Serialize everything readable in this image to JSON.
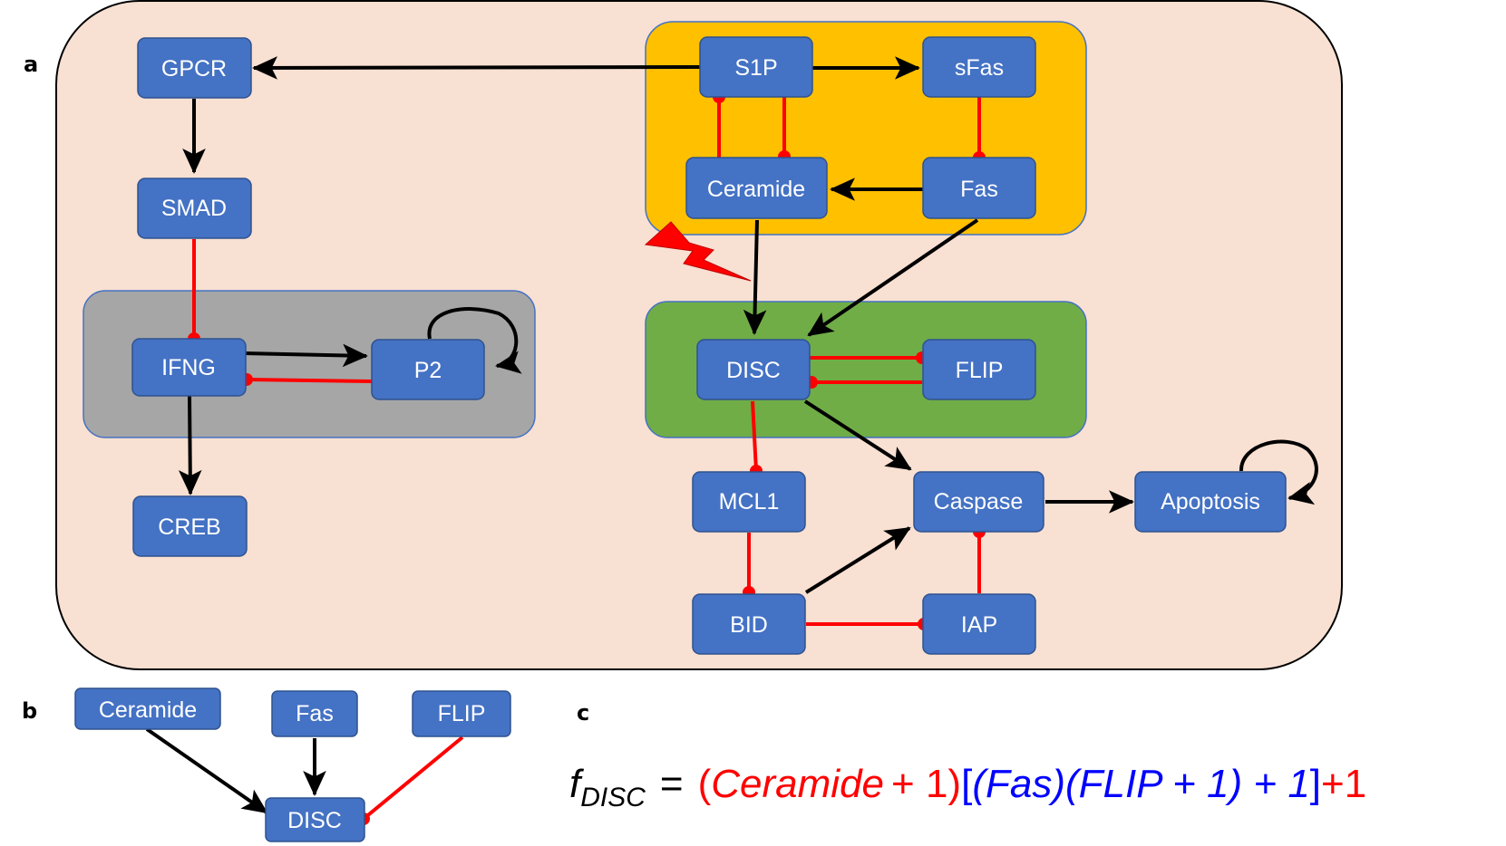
{
  "panel_labels": {
    "a": "a",
    "b": "b",
    "c": "c"
  },
  "colors": {
    "node_fill": "#4472C4",
    "node_text": "#FFFFFF",
    "background_region": "#F8E0D2",
    "orange_module": "#FFC000",
    "gray_module": "#A6A6A6",
    "green_module": "#70AD47",
    "activation": "#000000",
    "inhibition": "#FF0000",
    "formula_red": "#FF0000",
    "formula_blue": "#0000FF"
  },
  "network_a": {
    "nodes": {
      "gpcr": "GPCR",
      "smad": "SMAD",
      "ifng": "IFNG",
      "p2": "P2",
      "creb": "CREB",
      "s1p": "S1P",
      "sfas": "sFas",
      "ceramide": "Ceramide",
      "fas": "Fas",
      "disc": "DISC",
      "flip": "FLIP",
      "mcl1": "MCL1",
      "caspase": "Caspase",
      "apoptosis": "Apoptosis",
      "bid": "BID",
      "iap": "IAP"
    },
    "edges": [
      {
        "from": "S1P",
        "to": "GPCR",
        "type": "activation"
      },
      {
        "from": "S1P",
        "to": "sFas",
        "type": "activation"
      },
      {
        "from": "GPCR",
        "to": "SMAD",
        "type": "activation"
      },
      {
        "from": "SMAD",
        "to": "IFNG",
        "type": "inhibition"
      },
      {
        "from": "IFNG",
        "to": "P2",
        "type": "activation"
      },
      {
        "from": "P2",
        "to": "IFNG",
        "type": "inhibition"
      },
      {
        "from": "P2",
        "to": "P2",
        "type": "activation"
      },
      {
        "from": "IFNG",
        "to": "CREB",
        "type": "activation"
      },
      {
        "from": "Ceramide",
        "to": "S1P",
        "type": "inhibition"
      },
      {
        "from": "S1P",
        "to": "Ceramide",
        "type": "inhibition"
      },
      {
        "from": "sFas",
        "to": "Fas",
        "type": "inhibition"
      },
      {
        "from": "Fas",
        "to": "Ceramide",
        "type": "activation"
      },
      {
        "from": "Ceramide",
        "to": "DISC",
        "type": "activation"
      },
      {
        "from": "Fas",
        "to": "DISC",
        "type": "activation"
      },
      {
        "from": "DISC",
        "to": "FLIP",
        "type": "inhibition"
      },
      {
        "from": "FLIP",
        "to": "DISC",
        "type": "inhibition"
      },
      {
        "from": "DISC",
        "to": "MCL1",
        "type": "inhibition"
      },
      {
        "from": "DISC",
        "to": "Caspase",
        "type": "activation"
      },
      {
        "from": "MCL1",
        "to": "BID",
        "type": "inhibition"
      },
      {
        "from": "BID",
        "to": "Caspase",
        "type": "activation"
      },
      {
        "from": "BID",
        "to": "IAP",
        "type": "inhibition"
      },
      {
        "from": "IAP",
        "to": "Caspase",
        "type": "inhibition"
      },
      {
        "from": "Caspase",
        "to": "Apoptosis",
        "type": "activation"
      },
      {
        "from": "Apoptosis",
        "to": "Apoptosis",
        "type": "activation"
      }
    ]
  },
  "network_b": {
    "nodes": {
      "ceramide": "Ceramide",
      "fas": "Fas",
      "flip": "FLIP",
      "disc": "DISC"
    },
    "edges": [
      {
        "from": "Ceramide",
        "to": "DISC",
        "type": "activation"
      },
      {
        "from": "Fas",
        "to": "DISC",
        "type": "activation"
      },
      {
        "from": "FLIP",
        "to": "DISC",
        "type": "inhibition"
      }
    ]
  },
  "formula": {
    "f": "f",
    "subscript": "DISC",
    "equals": "=",
    "open_paren": "(",
    "ceramide": "Ceramide",
    "plus_one_a": "+ 1",
    "close_paren": ")",
    "open_bracket": "[",
    "fas_group": "(Fas)",
    "flip_group": "(FLIP + 1) + 1",
    "close_bracket": "]",
    "plus_one_b": "+1"
  }
}
